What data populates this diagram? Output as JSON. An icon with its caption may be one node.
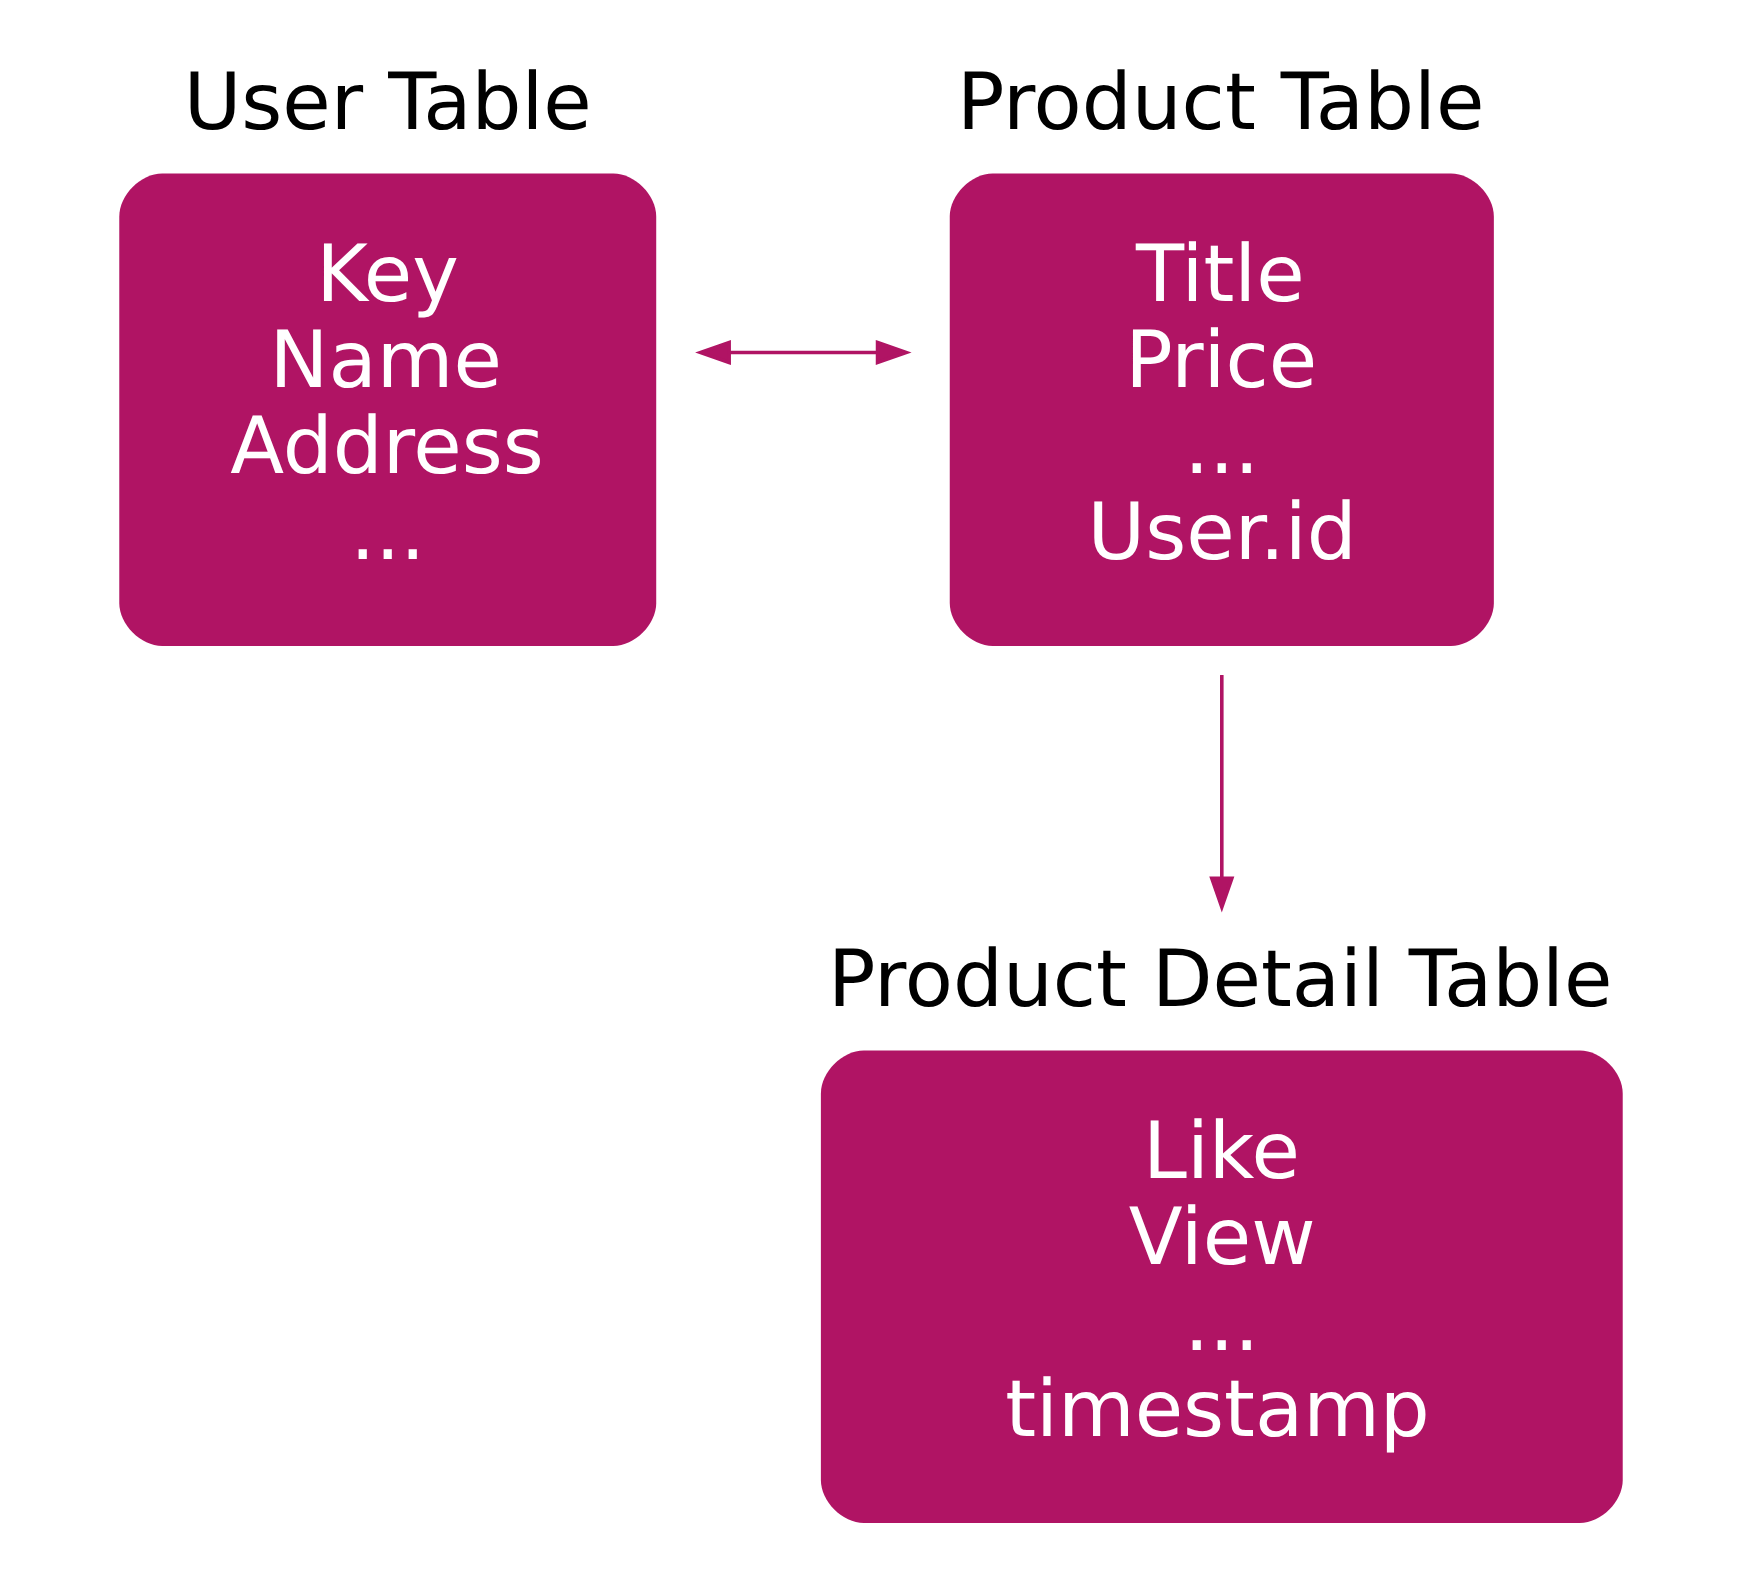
{
  "diagram": {
    "nodes": [
      {
        "text": [
          "User Table",
          "Key",
          "Name",
          "Address",
          "..."
        ]
      },
      {
        "text": [
          "Product Table",
          "Title",
          "Price",
          "...",
          "User.id"
        ]
      },
      {
        "text": [
          "Product Detail Table",
          "Like",
          "View",
          "...",
          "timestamp"
        ]
      }
    ],
    "edges": [
      {
        "from": 0,
        "to": 1,
        "arrow": "both"
      },
      {
        "from": 1,
        "to": 2,
        "arrow": "to"
      }
    ]
  }
}
